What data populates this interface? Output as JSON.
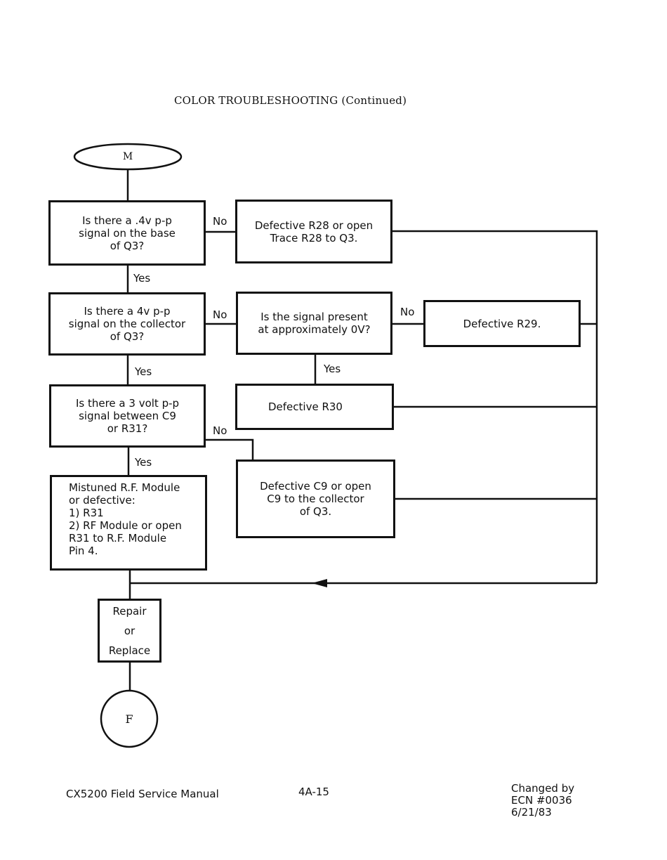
{
  "page": {
    "title": "COLOR TROUBLESHOOTING (Continued)"
  },
  "flow": {
    "start": "M",
    "end": "F",
    "q1": "Is there a .4v p-p\nsignal on the base\nof Q3?",
    "q2": "Is there a 4v p-p\nsignal on the collector\nof Q3?",
    "q3": "Is there a 3 volt p-p\nsignal between C9\nor R31?",
    "q4": "Is the signal present\nat approximately 0V?",
    "r_r28": "Defective R28 or open\nTrace R28 to Q3.",
    "r_r29": "Defective R29.",
    "r_r30": "Defective R30",
    "r_c9": "Defective C9 or open\nC9 to the collector\nof Q3.",
    "r_mistuned": "Mistuned R.F. Module\nor defective:\n1) R31\n2) RF Module or open\n    R31 to R.F. Module\n    Pin 4.",
    "repair": "Repair\n\nor\n\nReplace",
    "labels": {
      "no1": "No",
      "no2": "No",
      "no3": "No",
      "no4": "No",
      "yes1": "Yes",
      "yes2": "Yes",
      "yes3": "Yes",
      "yes4": "Yes"
    }
  },
  "footer": {
    "manual": "CX5200 Field Service Manual",
    "page_number": "4A-15",
    "changed": "Changed by\nECN #0036\n6/21/83"
  }
}
